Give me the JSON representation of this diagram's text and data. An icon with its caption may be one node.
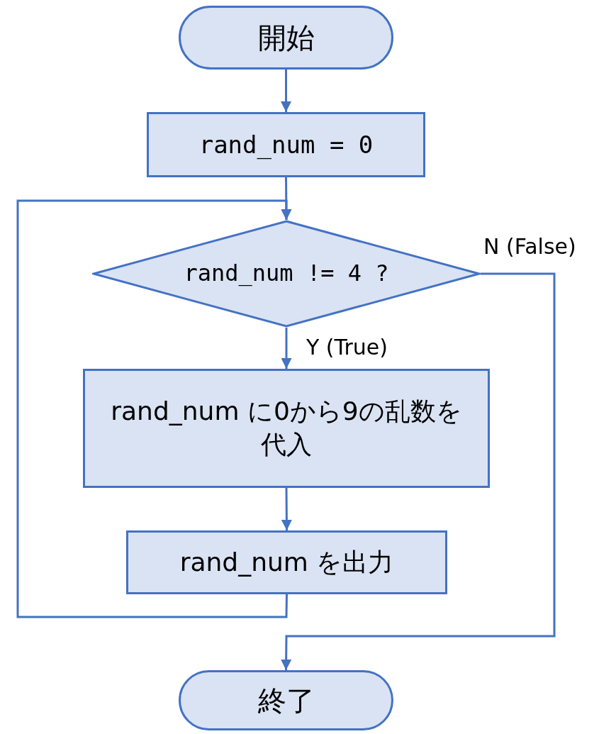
{
  "diagram": {
    "nodes": [
      {
        "text": [
          "開始"
        ]
      },
      {
        "text": [
          "rand_num = 0"
        ]
      },
      {
        "text": [
          "rand_num != 4 ?"
        ]
      },
      {
        "text": [
          "rand_num に0から9の乱数を代入"
        ]
      },
      {
        "text": [
          "rand_num を出力"
        ]
      },
      {
        "text": [
          "終了"
        ]
      }
    ],
    "edges": [
      {
        "from": 0,
        "to": 1,
        "arrow": "to"
      },
      {
        "from": 1,
        "to": 2,
        "arrow": "to"
      },
      {
        "from": 2,
        "to": 3,
        "arrow": "to",
        "label": "Y (True)"
      },
      {
        "from": 3,
        "to": 4,
        "arrow": "to"
      },
      {
        "from": 4,
        "to": 2,
        "arrow": "to"
      },
      {
        "from": 2,
        "to": 5,
        "arrow": "to",
        "label": "N (False)"
      }
    ]
  }
}
